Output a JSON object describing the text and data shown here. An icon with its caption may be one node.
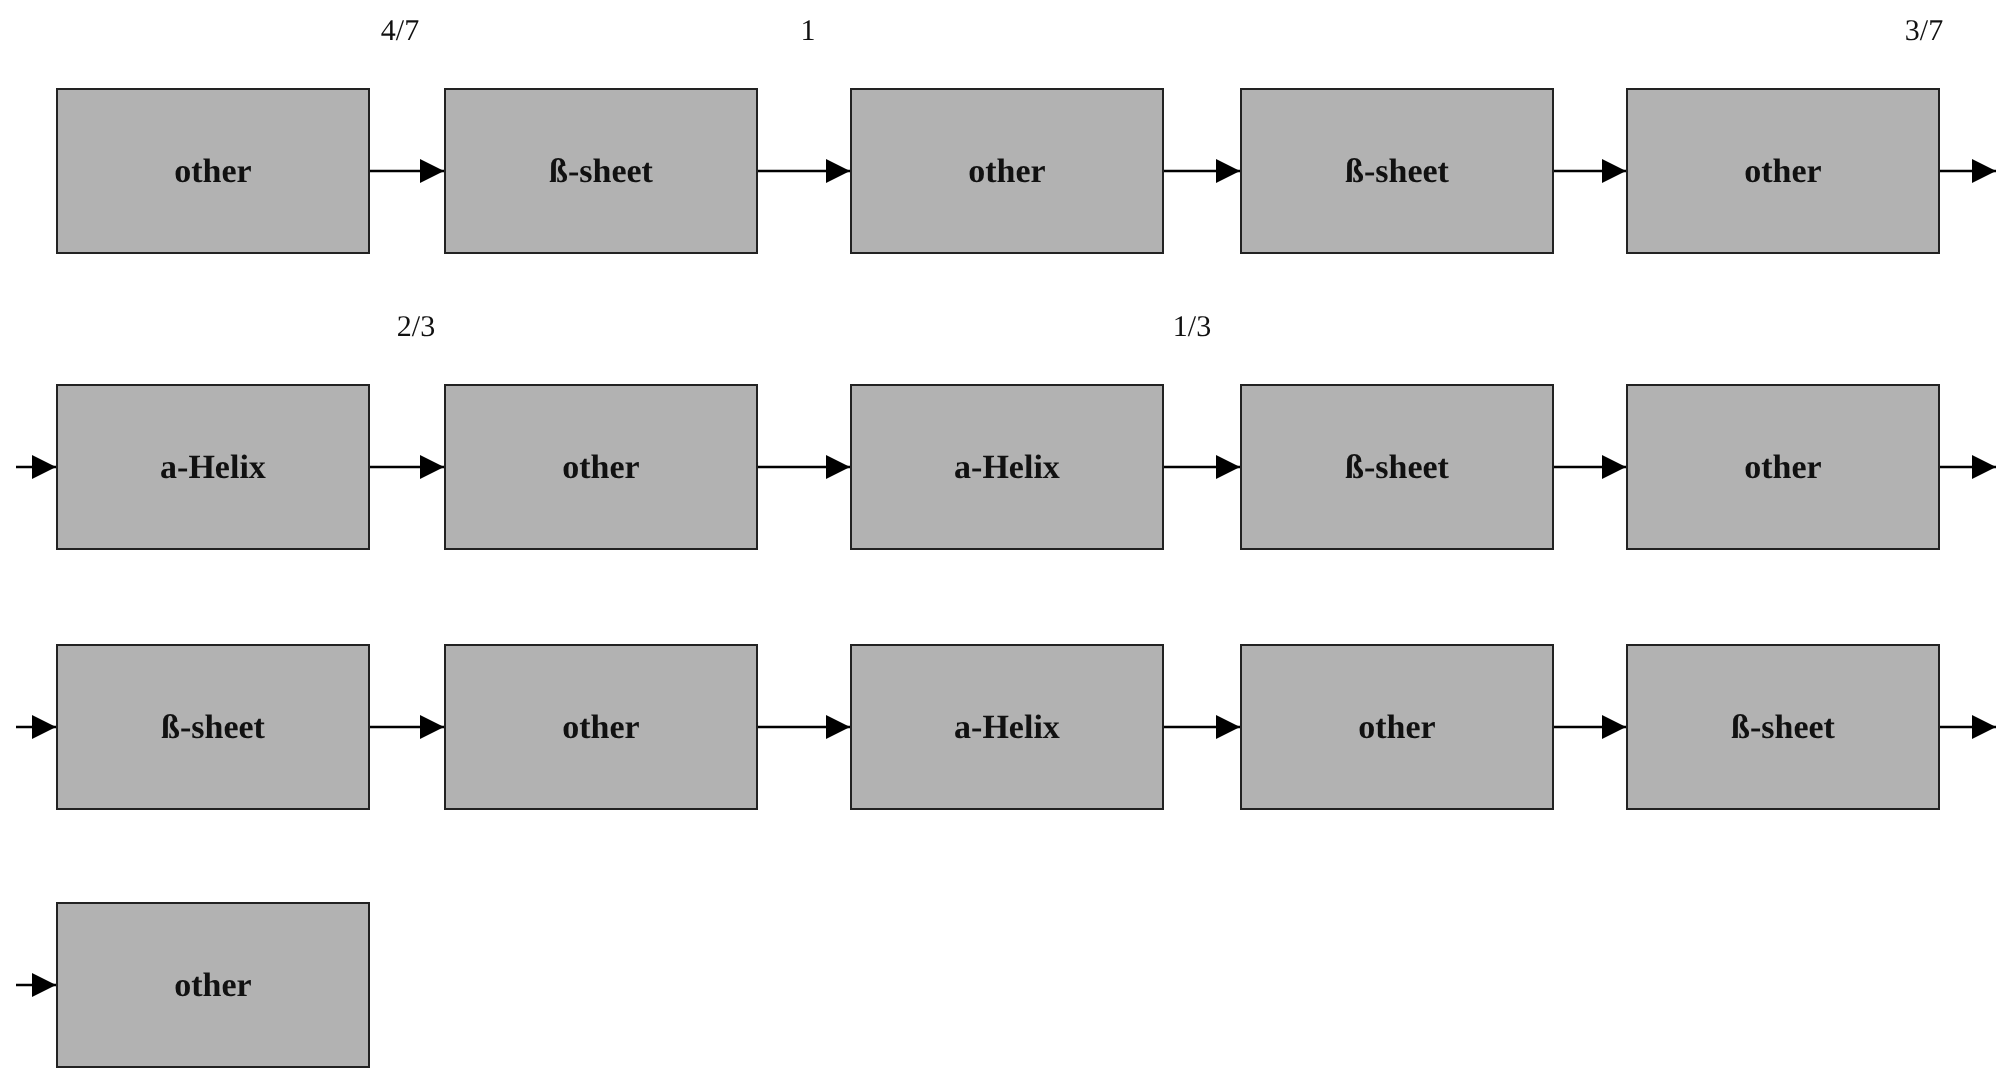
{
  "diagram": {
    "nodes": [
      {
        "text": [
          "other"
        ]
      },
      {
        "text": [
          "ß-sheet"
        ]
      },
      {
        "text": [
          "other"
        ]
      },
      {
        "text": [
          "ß-sheet"
        ]
      },
      {
        "text": [
          "other"
        ]
      },
      {
        "text": [
          "a-Helix"
        ]
      },
      {
        "text": [
          "other"
        ]
      },
      {
        "text": [
          "a-Helix"
        ]
      },
      {
        "text": [
          "ß-sheet"
        ]
      },
      {
        "text": [
          "other"
        ]
      },
      {
        "text": [
          "ß-sheet"
        ]
      },
      {
        "text": [
          "other"
        ]
      },
      {
        "text": [
          "a-Helix"
        ]
      },
      {
        "text": [
          "other"
        ]
      },
      {
        "text": [
          "ß-sheet"
        ]
      },
      {
        "text": [
          "other"
        ]
      }
    ],
    "edges": [
      {
        "from": 0,
        "to": 1,
        "arrow": "to"
      },
      {
        "from": 1,
        "to": 2,
        "arrow": "to"
      },
      {
        "from": 2,
        "to": 3,
        "arrow": "to"
      },
      {
        "from": 3,
        "to": 4,
        "arrow": "to"
      },
      {
        "from": 4,
        "to": null,
        "arrow": "to"
      },
      {
        "from": null,
        "to": 5,
        "arrow": "to"
      },
      {
        "from": 5,
        "to": 6,
        "arrow": "to"
      },
      {
        "from": 6,
        "to": 7,
        "arrow": "to"
      },
      {
        "from": 7,
        "to": 8,
        "arrow": "to"
      },
      {
        "from": 8,
        "to": 9,
        "arrow": "to"
      },
      {
        "from": 9,
        "to": null,
        "arrow": "to"
      },
      {
        "from": null,
        "to": 10,
        "arrow": "to"
      },
      {
        "from": 10,
        "to": 11,
        "arrow": "to"
      },
      {
        "from": 11,
        "to": 12,
        "arrow": "to"
      },
      {
        "from": 12,
        "to": 13,
        "arrow": "to"
      },
      {
        "from": 13,
        "to": 14,
        "arrow": "to"
      },
      {
        "from": 14,
        "to": null,
        "arrow": "to"
      },
      {
        "from": null,
        "to": 15,
        "arrow": "to"
      }
    ],
    "labels": [
      "4/7",
      "1",
      "3/7",
      "2/3",
      "1/3"
    ]
  }
}
